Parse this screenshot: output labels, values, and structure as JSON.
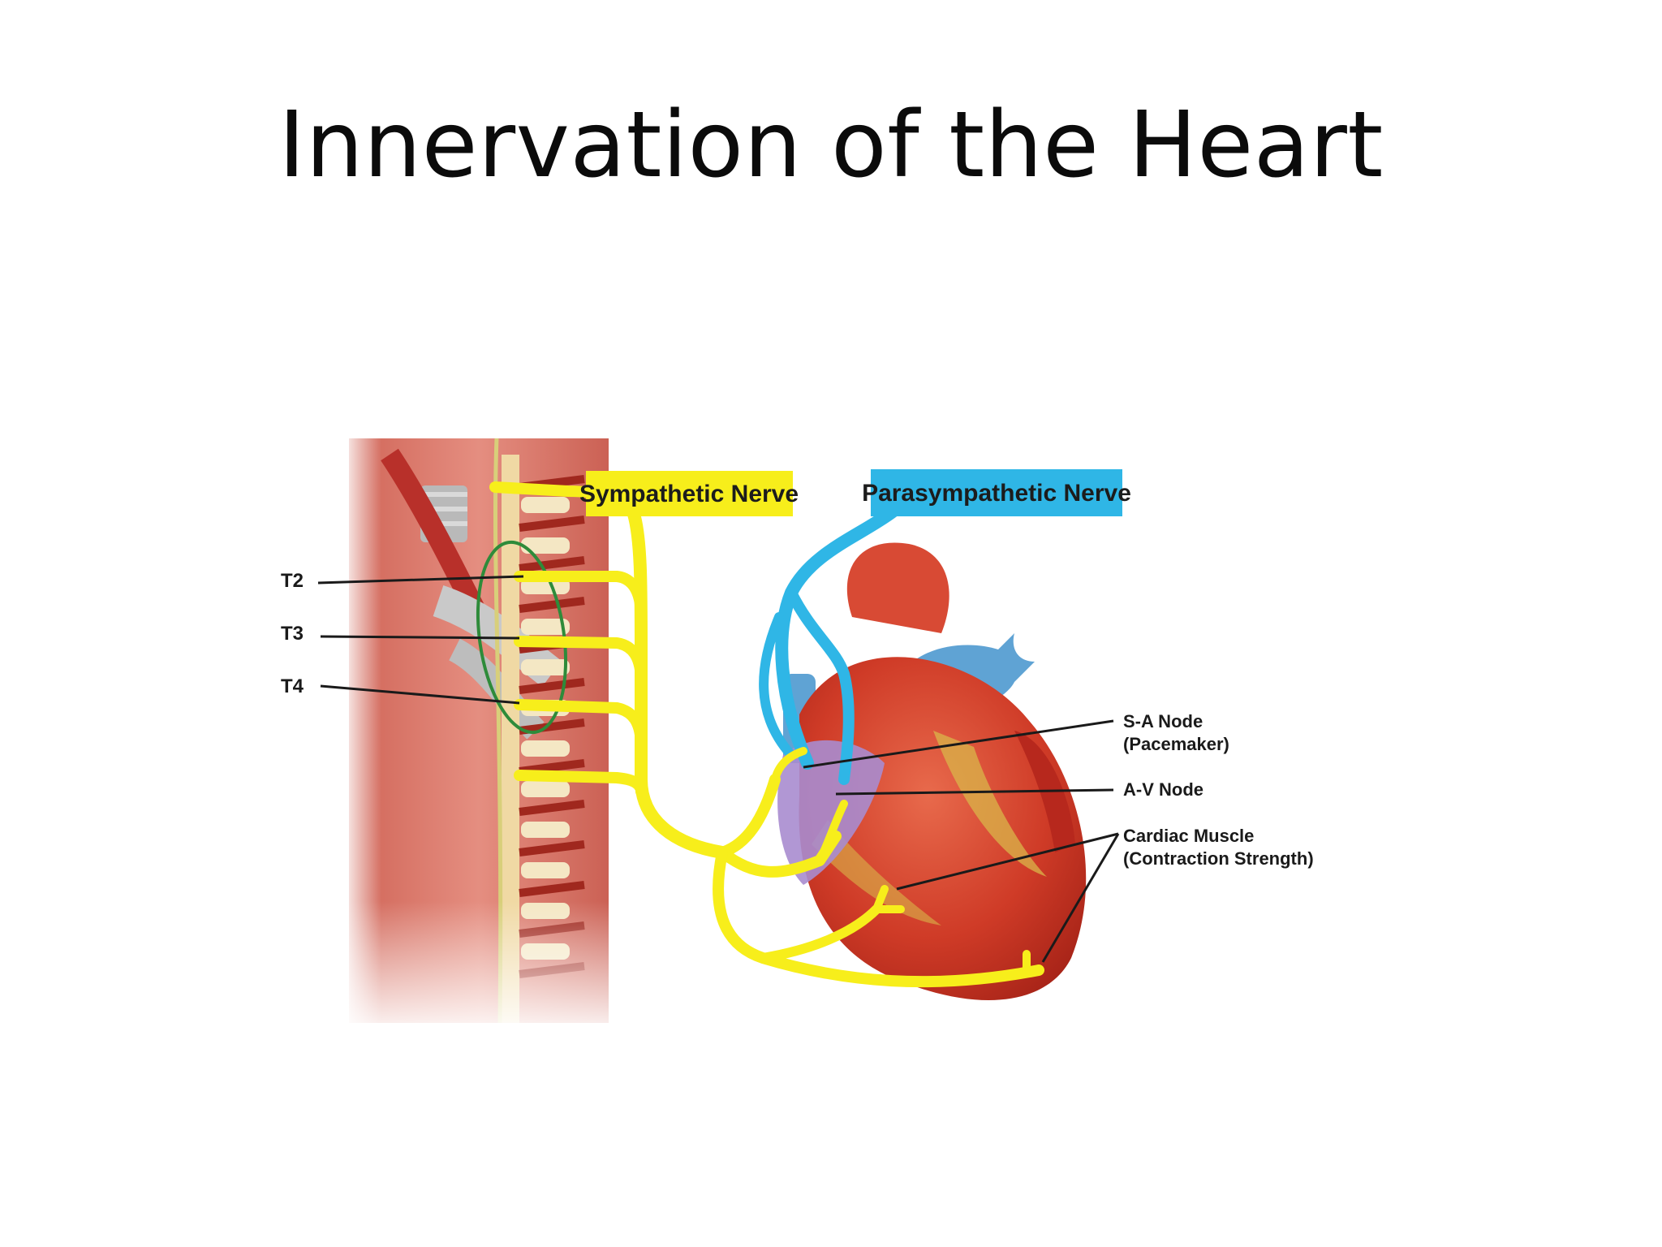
{
  "slide": {
    "title": "Innervation of the Heart"
  },
  "diagram": {
    "boxes": {
      "sympathetic": "Sympathetic Nerve",
      "parasympathetic": "Parasympathetic Nerve"
    },
    "vertebra_labels": [
      "T2",
      "T3",
      "T4"
    ],
    "targets": {
      "sa_node_1": "S-A Node",
      "sa_node_2": "(Pacemaker)",
      "av_node": "A-V Node",
      "cardiac_1": "Cardiac Muscle",
      "cardiac_2": "(Contraction Strength)"
    },
    "colors": {
      "sympathetic": "#f7ee1b",
      "parasympathetic": "#2fb6e6",
      "heart": "#d9412b",
      "vessel_blue": "#5fa3d4",
      "node_purple": "#a98ccf",
      "circle_green": "#2e8b3a"
    }
  }
}
